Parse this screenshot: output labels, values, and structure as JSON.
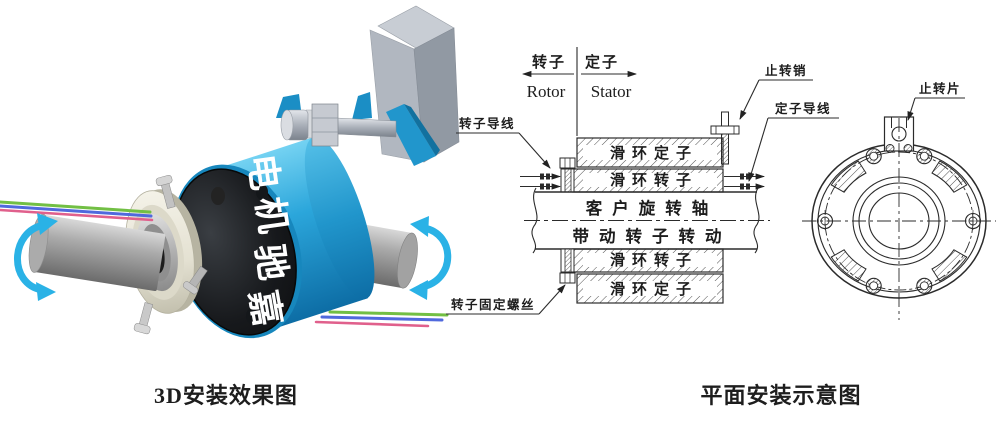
{
  "captions": {
    "fig3d": "3D安装效果图",
    "diagram": "平面安装示意图"
  },
  "figure3d": {
    "brand": "嘉驰机电",
    "chars": [
      "电",
      "机",
      "驰",
      "嘉"
    ],
    "colors": {
      "body_blue": "#2aa3d8",
      "arrow_cyan": "#2ab2e6",
      "wire_green": "#72bf44",
      "wire_blue": "#5069dd",
      "wire_pink": "#e0608c",
      "shaft_gray": "#a9a9a9",
      "flange_cream": "#ece9dc"
    }
  },
  "header": {
    "rotor_cn": "转子",
    "rotor_en": "Rotor",
    "stator_cn": "定子",
    "stator_en": "Stator"
  },
  "labels": {
    "rotor_wire": "转子导线",
    "stop_pin": "止转销",
    "stator_wire": "定子导线",
    "rotor_fix_screw": "转子固定螺丝",
    "stop_tab": "止转片"
  },
  "cross_section": {
    "top_stator": "滑环定子",
    "top_rotor": "滑环转子",
    "shaft_line1": "客户旋转轴",
    "shaft_line2": "带动转子转动",
    "bottom_rotor": "滑环转子",
    "bottom_stator": "滑环定子"
  }
}
